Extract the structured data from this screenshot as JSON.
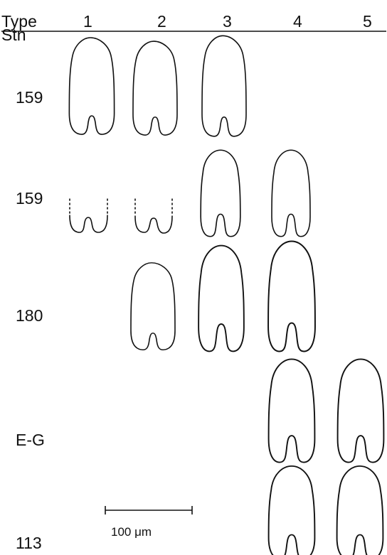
{
  "header": {
    "type_label": "Type",
    "station_label": "Stn",
    "type_columns": [
      "1",
      "2",
      "3",
      "4",
      "5"
    ]
  },
  "rows": [
    {
      "station": "159",
      "types_drawn": [
        "1",
        "2",
        "3"
      ]
    },
    {
      "station": "159",
      "types_drawn": [
        "1",
        "2",
        "3",
        "4"
      ]
    },
    {
      "station": "180",
      "types_drawn": [
        "2",
        "3",
        "4"
      ]
    },
    {
      "station": "E-G",
      "types_drawn": [
        "4",
        "5"
      ]
    },
    {
      "station": "113",
      "types_drawn": [
        "4",
        "5"
      ]
    }
  ],
  "scale_bar": {
    "label": "100 μm"
  }
}
